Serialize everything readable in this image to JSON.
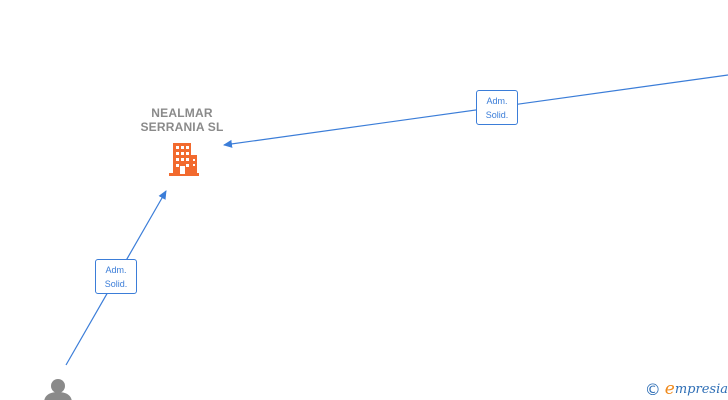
{
  "company": {
    "name": "NEALMAR\nSERRANIA  SL",
    "icon": "building-icon",
    "color": "#f26a2e"
  },
  "relations": [
    {
      "from": "external-entity-offscreen",
      "to": "company",
      "label_line1": "Adm.",
      "label_line2": "Solid."
    },
    {
      "from": "person",
      "to": "company",
      "label_line1": "Adm.",
      "label_line2": "Solid."
    }
  ],
  "person": {
    "icon": "person-icon",
    "color": "#8a8a8a"
  },
  "edge_color": "#3b7dd8",
  "brand": {
    "copyright_symbol": "©",
    "initial": "e",
    "rest": "mpresia",
    "icon": "copyright-icon"
  }
}
